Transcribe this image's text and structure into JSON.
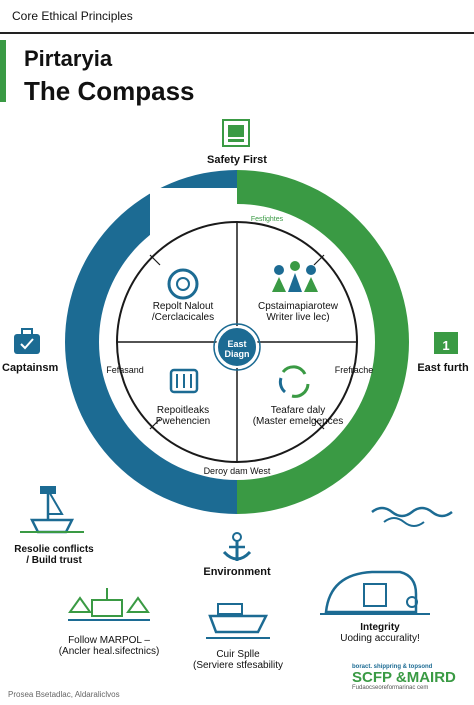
{
  "header": {
    "text": "Core Ethical Principles"
  },
  "title": {
    "line1": "Pirtaryia",
    "line2": "The Compass"
  },
  "colors": {
    "blue": "#1c6b93",
    "green": "#3a9a44",
    "dark": "#1a1a1a"
  },
  "compass": {
    "top_label": "Safety First",
    "left_label": "Captainsm",
    "right_label": "East furth",
    "bottom_label": "Environment",
    "center_label": "East Diagn",
    "inner_left": "Fefasand",
    "inner_right": "Frefrache",
    "inner_bottom": "Deroy dam West",
    "inner_top_small": "Fesfightes",
    "quadrants": [
      {
        "line1": "Repolt Nalout",
        "line2": "/Cerclacicales",
        "icon": "life-ring-icon"
      },
      {
        "line1": "Cpstaimapiarotew",
        "line2": "Writer live lec)",
        "icon": "team-icon"
      },
      {
        "line1": "Repoitleaks",
        "line2": "Pwehencien",
        "icon": "container-icon"
      },
      {
        "line1": "Teafare daly",
        "line2": "(Master emelgences",
        "icon": "recycle-icon"
      }
    ]
  },
  "bottom_items": [
    {
      "line1": "Resolie conflicts",
      "line2": "/ Build trust",
      "icon": "ship-crane-icon"
    },
    {
      "line1": "Follow MARPOL –",
      "line2": "(Ancler heal.sifectnics)",
      "icon": "port-icon"
    },
    {
      "line1": "Cuir Splle",
      "line2": "(Serviere stfesability",
      "icon": "cargo-ship-icon"
    },
    {
      "line1": "Integrity",
      "line2": "Uoding accurality!",
      "icon": "whale-icon"
    }
  ],
  "footer": {
    "left_text": "Prosea Bsetadlac, Aldaraliclvos",
    "logo_top": "boract. shippring & topsond",
    "logo_main": "SCFP &MAIRD",
    "logo_sub": "Fudaocseoreformarinac cem"
  }
}
